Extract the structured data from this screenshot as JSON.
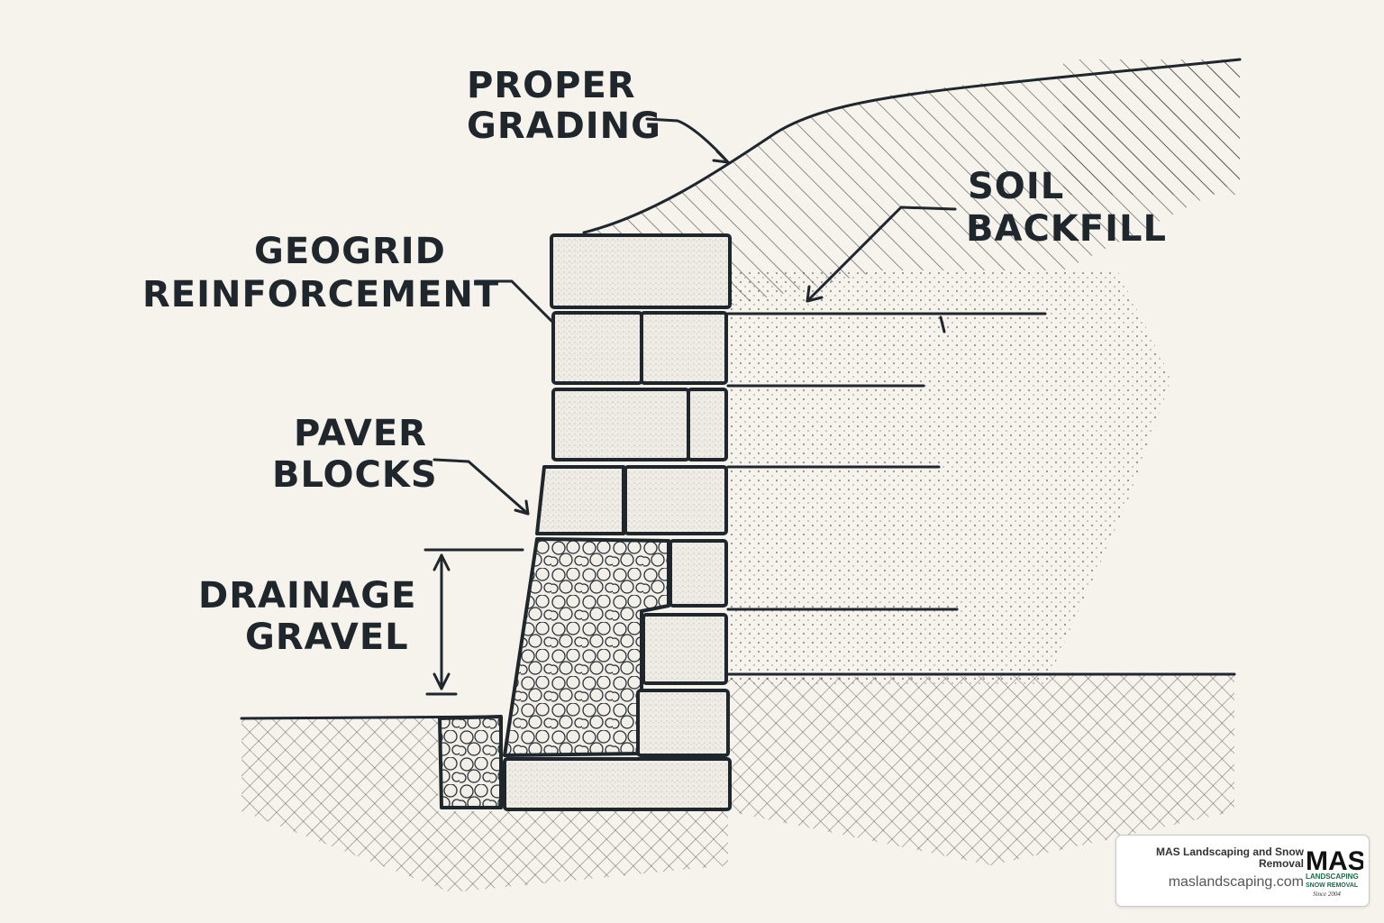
{
  "labels": {
    "proper_grading": [
      "PROPER",
      "GRADING"
    ],
    "soil_backfill": [
      "SOIL",
      "BACKFILL"
    ],
    "geogrid": [
      "GEOGRID",
      "REINFORCEMENT"
    ],
    "paver_blocks": [
      "PAVER",
      "BLOCKS"
    ],
    "drainage_gravel": [
      "DRAINAGE",
      "GRAVEL"
    ]
  },
  "badge": {
    "company": "MAS Landscaping and Snow Removal",
    "url": "maslandscaping.com",
    "logo_text": "MAS",
    "logo_sub1": "LANDSCAPING",
    "logo_sub2": "SNOW REMOVAL",
    "logo_since": "Since 2004"
  },
  "colors": {
    "ink": "#1f262c",
    "paper": "#f5f3ec",
    "logo_green": "#1e6b45"
  }
}
